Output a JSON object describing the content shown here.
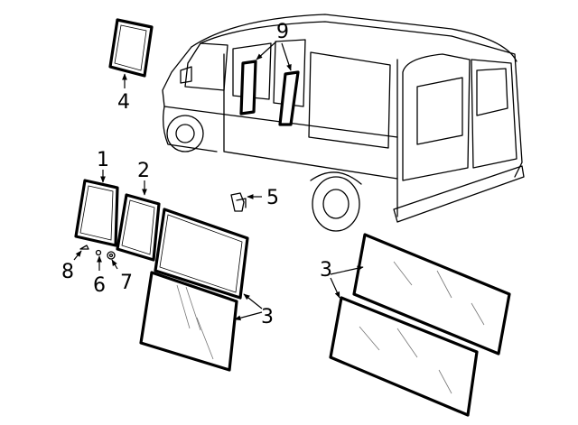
{
  "diagram": {
    "callouts": {
      "c1": "1",
      "c2": "2",
      "c3a": "3",
      "c3b": "3",
      "c4": "4",
      "c5": "5",
      "c6": "6",
      "c7": "7",
      "c8": "8",
      "c9": "9"
    }
  }
}
